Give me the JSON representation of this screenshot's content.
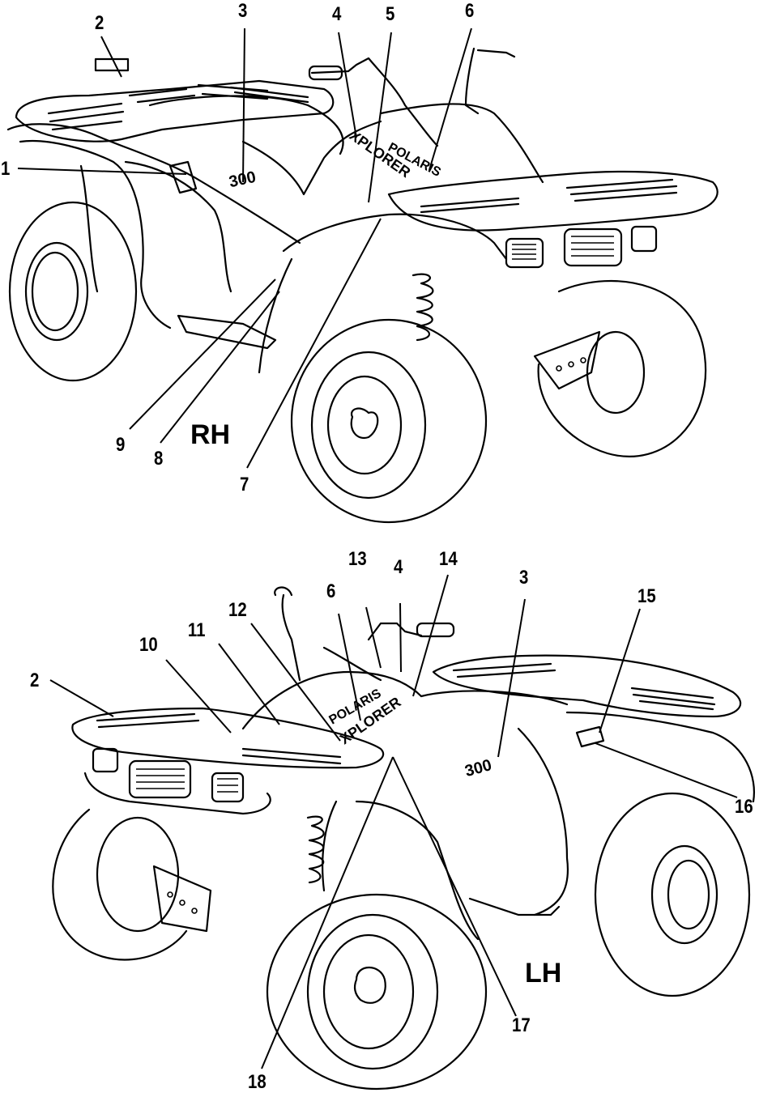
{
  "diagram": {
    "title": "Decal locations",
    "views": [
      {
        "side_label": "RH",
        "callouts": [
          "1",
          "2",
          "3",
          "4",
          "5",
          "6",
          "7",
          "8",
          "9"
        ]
      },
      {
        "side_label": "LH",
        "callouts": [
          "2",
          "10",
          "11",
          "12",
          "6",
          "13",
          "4",
          "14",
          "3",
          "15",
          "16",
          "17",
          "18"
        ]
      }
    ],
    "decal_text": {
      "brand": "POLARIS",
      "model_number": "300",
      "model_name": "XPLORER"
    }
  }
}
